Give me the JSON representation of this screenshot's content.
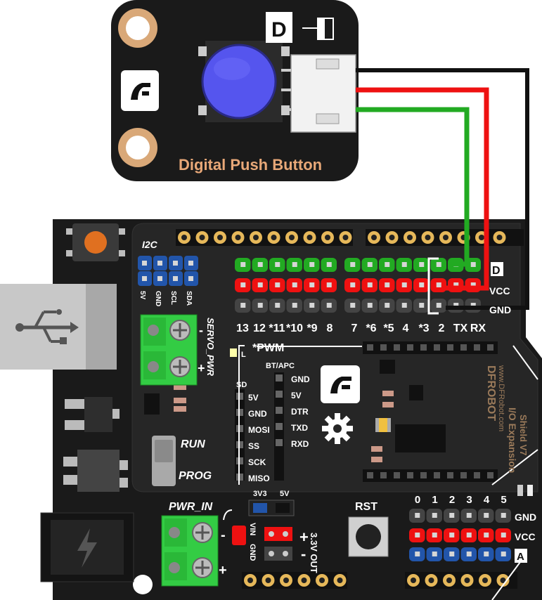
{
  "module": {
    "title": "Digital Push Button",
    "badge": "D",
    "brand_color": "#e8a878",
    "button_color": "#5555ee"
  },
  "wires": [
    {
      "name": "green",
      "color": "#22aa22"
    },
    {
      "name": "red",
      "color": "#ee1111"
    },
    {
      "name": "black",
      "color": "#111111"
    }
  ],
  "board": {
    "i2c_label": "I2C",
    "i2c_pins": [
      "5V",
      "GND",
      "SCL",
      "SDA"
    ],
    "servo_label": "SERVO_PWR",
    "servo_minus": "-",
    "servo_plus": "+",
    "led_label": "L",
    "pwm_label": "*PWM",
    "digital_pins": [
      "13",
      "12",
      "*11",
      "*10",
      "*9",
      "8",
      "7",
      "*6",
      "*5",
      "4",
      "*3",
      "2",
      "TX",
      "RX"
    ],
    "digital_row_labels": [
      "D",
      "VCC",
      "GND"
    ],
    "sd_label": "SD",
    "sd_pins": [
      "5V",
      "GND",
      "MOSI",
      "SS",
      "SCK",
      "MISO"
    ],
    "bt_label": "BT/APC",
    "bt_pins": [
      "GND",
      "5V",
      "DTR",
      "TXD",
      "RXD"
    ],
    "run_label": "RUN",
    "prog_label": "PROG",
    "pwr_in_label": "PWR_IN",
    "pwr_minus": "-",
    "pwr_plus": "+",
    "vin_label": "VIN",
    "gnd_label": "GND",
    "v3v3_label": "3V3",
    "v5_label": "5V",
    "out_label": "3.3V OUT",
    "out_plus": "+",
    "out_minus": "-",
    "rst_label": "RST",
    "analog_pins": [
      "0",
      "1",
      "2",
      "3",
      "4",
      "5"
    ],
    "analog_row_labels": [
      "GND",
      "VCC",
      "A"
    ],
    "brand_text": "DFROBOT",
    "brand_url": "www.DFRobot.com",
    "shield_name": "I/O Expansion",
    "shield_version": "Shield V7"
  }
}
